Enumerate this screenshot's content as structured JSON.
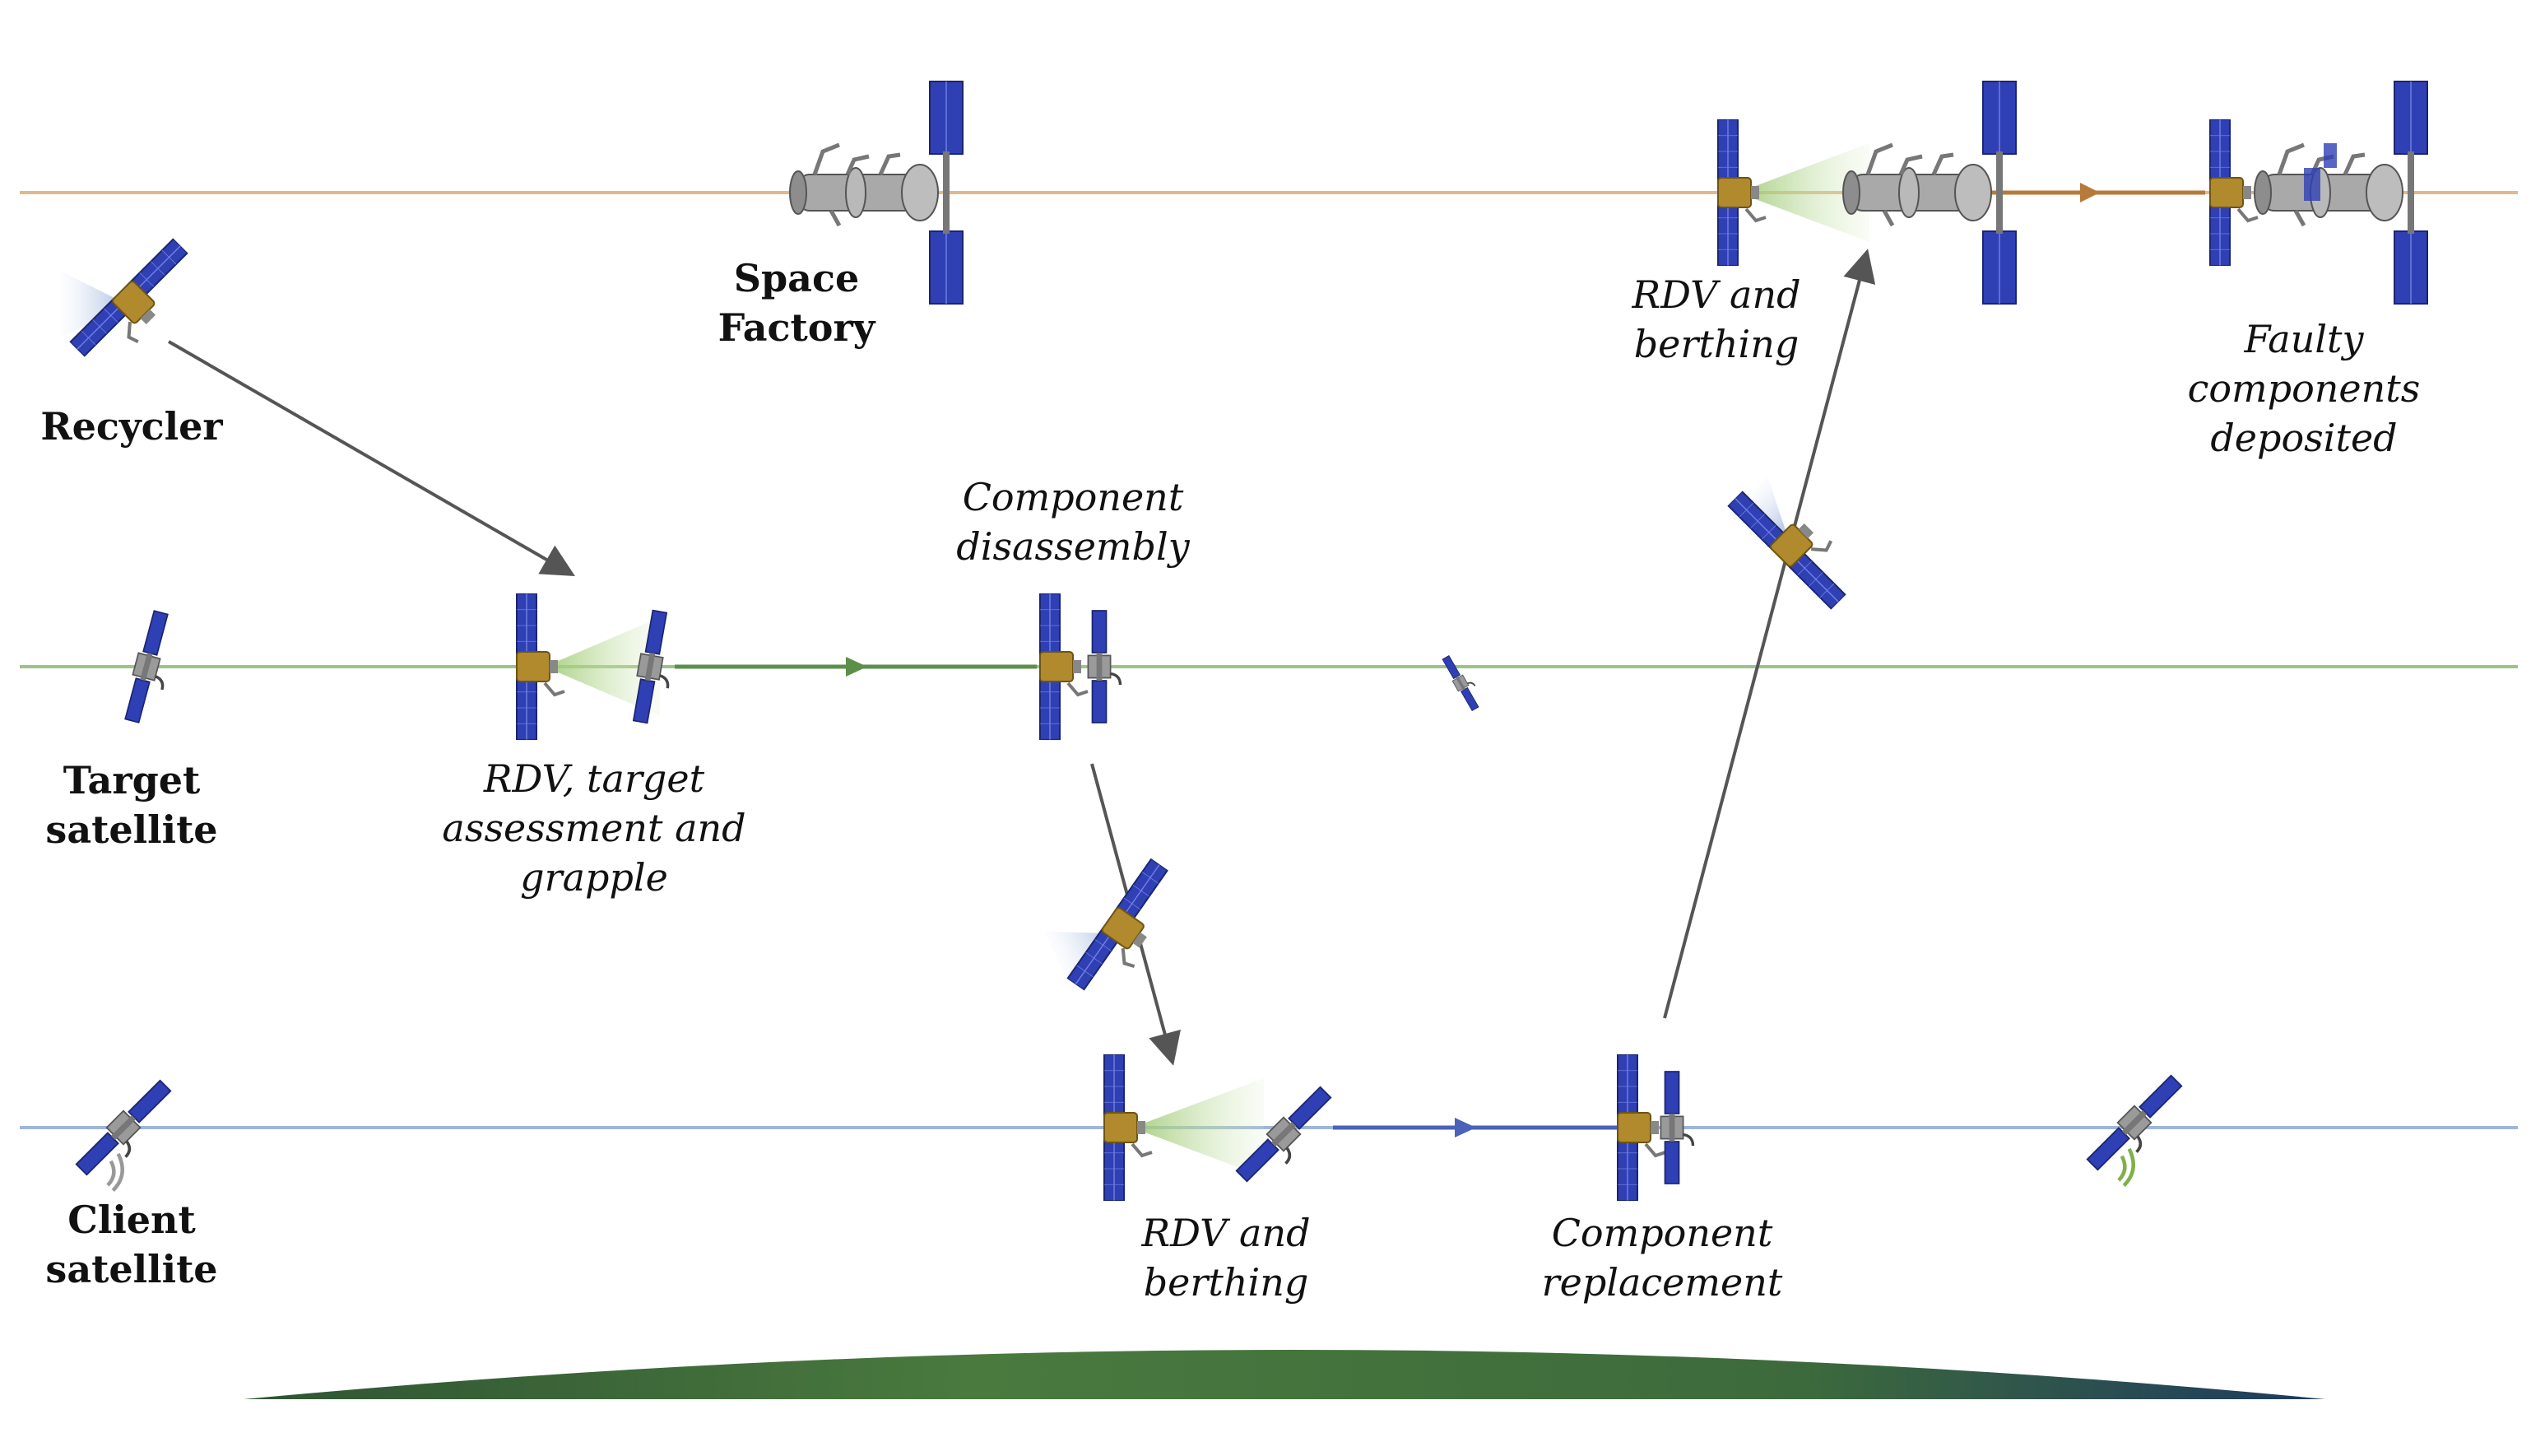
{
  "labels": {
    "recycler": "Recycler",
    "space_factory_1": "Space",
    "space_factory_2": "Factory",
    "target_satellite_1": "Target",
    "target_satellite_2": "satellite",
    "client_satellite_1": "Client",
    "client_satellite_2": "satellite",
    "rdv_target_1": "RDV, target",
    "rdv_target_2": "assessment and",
    "rdv_target_3": "grapple",
    "component_disassembly_1": "Component",
    "component_disassembly_2": "disassembly",
    "rdv_berthing_factory_1": "RDV and",
    "rdv_berthing_factory_2": "berthing",
    "faulty_1": "Faulty",
    "faulty_2": "components",
    "faulty_3": "deposited",
    "rdv_berthing_client_1": "RDV and",
    "rdv_berthing_client_2": "berthing",
    "component_replacement_1": "Component",
    "component_replacement_2": "replacement"
  },
  "colors": {
    "orbit_factory": "#e2b98a",
    "orbit_target": "#9cc48a",
    "orbit_client": "#9fb6d8",
    "arrow_factory": "#b87a3a",
    "arrow_target": "#5c8f4a",
    "arrow_client": "#4a62b8",
    "transfer_arrow": "#555555",
    "panel_blue": "#2f3fb4",
    "bus_gold": "#b08a2c",
    "earth_green": "#3f6b3a",
    "earth_blue": "#1f3d66"
  },
  "icons": [
    "recycler-satellite-icon",
    "space-factory-station-icon",
    "target-satellite-icon",
    "client-satellite-icon",
    "earth-horizon-icon"
  ]
}
